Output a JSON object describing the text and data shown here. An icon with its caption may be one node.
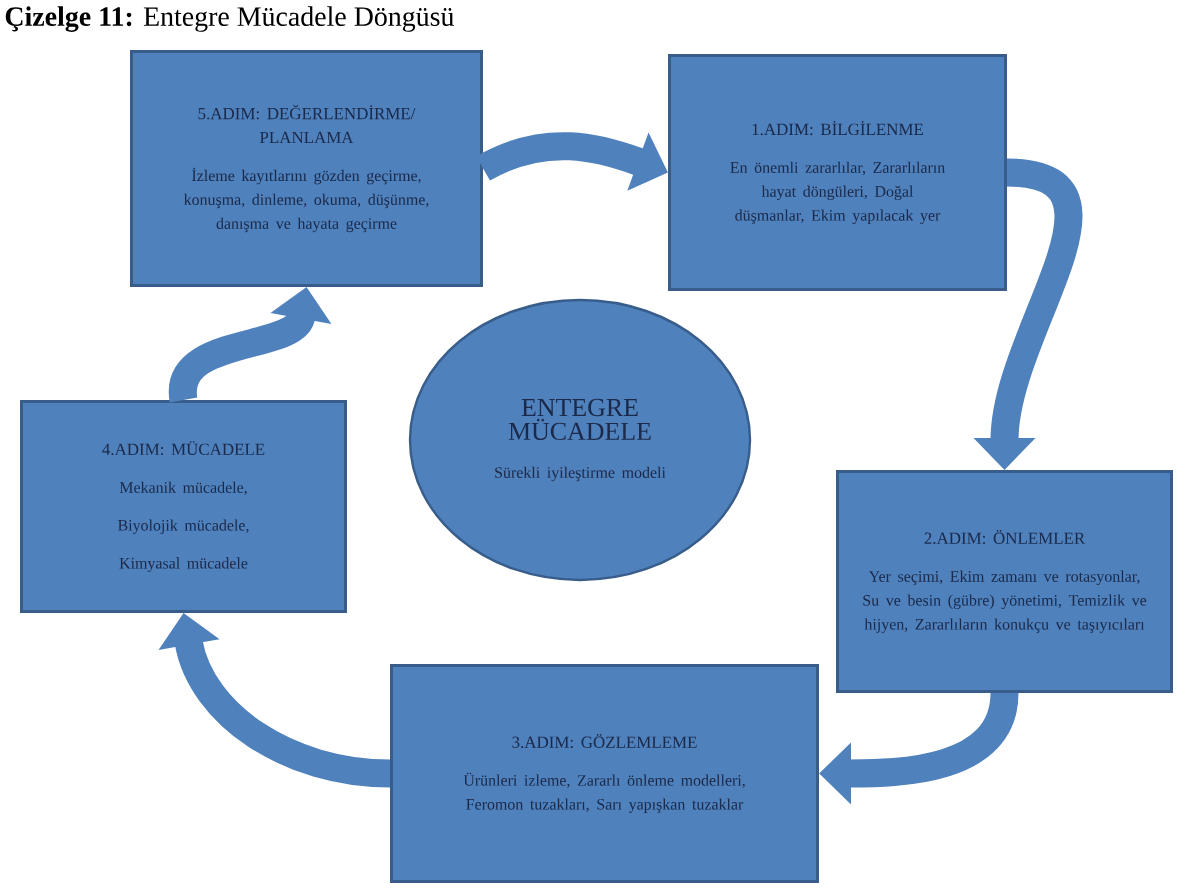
{
  "diagram": {
    "title": "**Çizelge 11:** Entegre Mücadele Döngüsü",
    "nodes": [
      {
        "text": [
          "5.ADIM: DEĞERLENDİRME/ PLANLAMA",
          "İzleme kayıtlarını gözden geçirme, konuşma, dinleme, okuma, düşünme, danışma ve hayata geçirme"
        ]
      },
      {
        "text": [
          "1.ADIM: BİLGİLENME",
          "En önemli zararlılar, Zararlıların hayat döngüleri, Doğal düşmanlar, Ekim yapılacak yer"
        ]
      },
      {
        "text": [
          "ENTEGRE MÜCADELE",
          "Sürekli iyileştirme modeli"
        ]
      },
      {
        "text": [
          "4.ADIM: MÜCADELE",
          "Mekanik mücadele,",
          "Biyolojik mücadele,",
          "Kimyasal mücadele"
        ]
      },
      {
        "text": [
          "2.ADIM: ÖNLEMLER",
          "Yer seçimi, Ekim zamanı ve rotasyonlar, Su ve besin (gübre) yönetimi, Temizlik ve hijyen, Zararlıların konukçu ve taşıyıcıları"
        ]
      },
      {
        "text": [
          "3.ADIM: GÖZLEMLEME",
          "Ürünleri izleme, Zararlı önleme modelleri, Feromon tuzakları, Sarı yapışkan tuzaklar"
        ]
      }
    ],
    "edges": [
      {
        "from": 0,
        "to": 1,
        "arrow": "to"
      },
      {
        "from": 1,
        "to": 4,
        "arrow": "to"
      },
      {
        "from": 4,
        "to": 5,
        "arrow": "to"
      },
      {
        "from": 5,
        "to": 3,
        "arrow": "to"
      },
      {
        "from": 3,
        "to": 0,
        "arrow": "to"
      }
    ]
  }
}
